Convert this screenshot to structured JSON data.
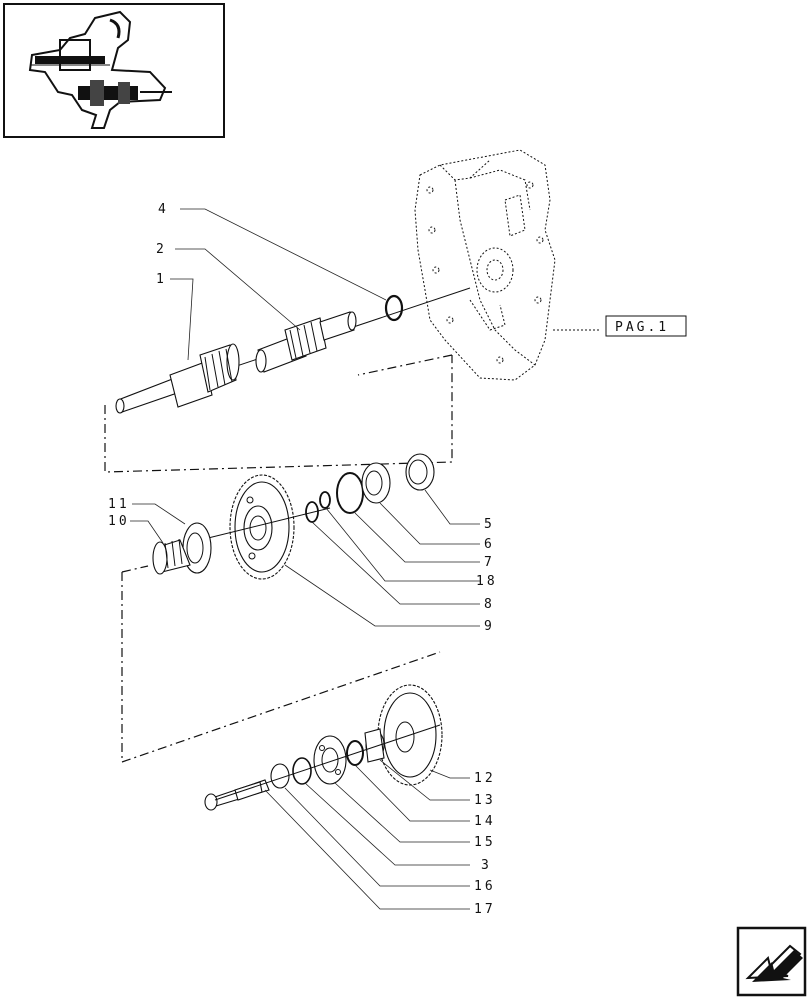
{
  "diagram": {
    "page_ref_label": "PAG.1",
    "callouts": [
      "1",
      "2",
      "3",
      "4",
      "5",
      "6",
      "7",
      "8",
      "9",
      "10",
      "11",
      "12",
      "13",
      "14",
      "15",
      "16",
      "17",
      "18"
    ]
  },
  "thumbnail": {
    "icon": "transmission-locator-icon"
  },
  "navigation": {
    "icon": "next-page-arrow-icon"
  }
}
